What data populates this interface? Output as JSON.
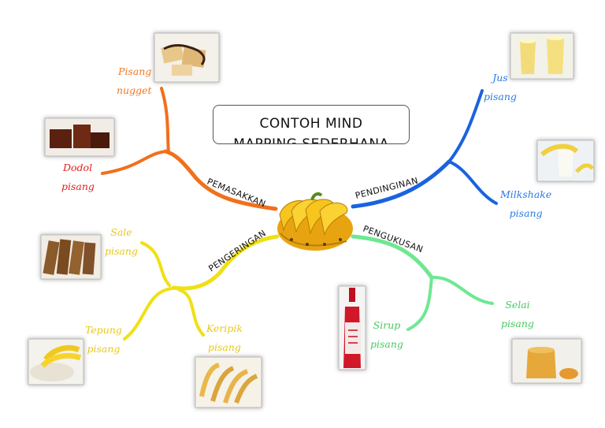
{
  "title": {
    "line1": "CONTOH MIND",
    "line2": "MAPPING SEDERHANA"
  },
  "colors": {
    "pemasakkan": "#f0701c",
    "pendinginan": "#1a62e0",
    "pengeringan": "#f0e014",
    "pengukusan": "#6ee890",
    "dodol_text": "#e02020",
    "leaf_orange": "#f07820",
    "leaf_blue": "#2a7ae0",
    "leaf_yellow": "#e8c81c",
    "leaf_green": "#48c860"
  },
  "branches": {
    "pemasakkan": {
      "label": "PEMASAKKAN",
      "leaves": [
        {
          "line1": "Pisang",
          "line2": "nugget",
          "image": "nugget-photo"
        },
        {
          "line1": "Dodol",
          "line2": "pisang",
          "image": "dodol-photo"
        }
      ]
    },
    "pendinginan": {
      "label": "PENDINGINAN",
      "leaves": [
        {
          "line1": "Jus",
          "line2": "pisang",
          "image": "juice-photo"
        },
        {
          "line1": "Milkshake",
          "line2": "pisang",
          "image": "milkshake-photo"
        }
      ]
    },
    "pengeringan": {
      "label": "PENGERINGAN",
      "leaves": [
        {
          "line1": "Sale",
          "line2": "pisang",
          "image": "sale-photo"
        },
        {
          "line1": "Tepung",
          "line2": "pisang",
          "image": "flour-photo"
        },
        {
          "line1": "Keripik",
          "line2": "pisang",
          "image": "chips-photo"
        }
      ]
    },
    "pengukusan": {
      "label": "PENGUKUSAN",
      "leaves": [
        {
          "line1": "Sirup",
          "line2": "pisang",
          "image": "syrup-photo"
        },
        {
          "line1": "Selai",
          "line2": "pisang",
          "image": "jam-photo"
        }
      ]
    }
  },
  "center_image": "banana-bunch"
}
